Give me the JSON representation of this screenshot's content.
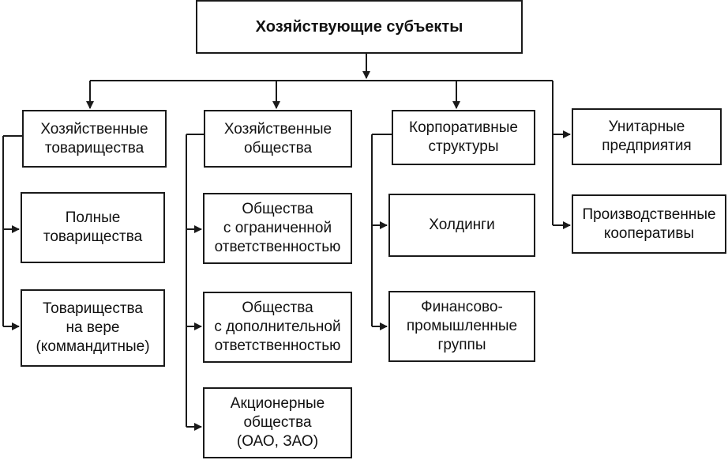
{
  "root": {
    "label": "Хозяйствующие субъекты"
  },
  "categories": [
    {
      "label": "Хозяйственные\nтоварищества",
      "children": [
        {
          "label": "Полные\nтоварищества"
        },
        {
          "label": "Товарищества\nна вере\n(коммандитные)"
        }
      ]
    },
    {
      "label": "Хозяйственные\nобщества",
      "children": [
        {
          "label": "Общества\nс ограниченной\nответственностью"
        },
        {
          "label": "Общества\nс дополнительной\nответственностью"
        },
        {
          "label": "Акционерные\nобщества\n(ОАО, ЗАО)"
        }
      ]
    },
    {
      "label": "Корпоративные\nструктуры",
      "children": [
        {
          "label": "Холдинги"
        },
        {
          "label": "Финансово-\nпромышленные\nгруппы"
        }
      ]
    },
    {
      "label": "Унитарные\nпредприятия",
      "children": []
    },
    {
      "label": "Производственные\nкооперативы",
      "children": []
    }
  ],
  "colors": {
    "line": "#1a1a1a",
    "box_border": "#1a1a1a",
    "background": "#ffffff"
  }
}
